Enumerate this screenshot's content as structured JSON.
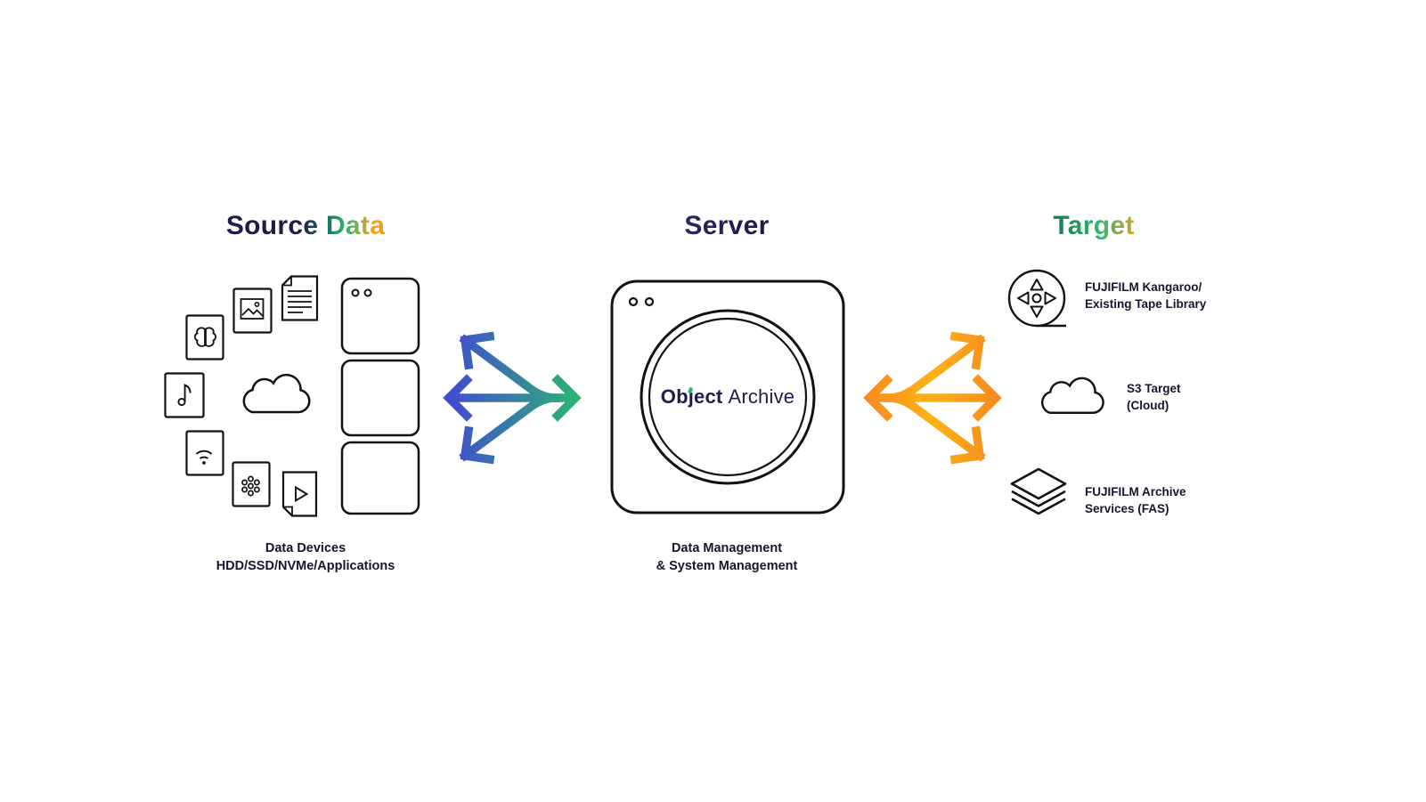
{
  "columns": {
    "source": {
      "title": "Source Data",
      "caption_line1": "Data Devices",
      "caption_line2": "HDD/SSD/NVMe/Applications",
      "icons": [
        "brain-document-icon",
        "image-document-icon",
        "text-document-icon",
        "music-document-icon",
        "cloud-icon",
        "wifi-document-icon",
        "molecule-document-icon",
        "video-document-icon",
        "storage-stack-icon"
      ]
    },
    "server": {
      "title": "Server",
      "logo": {
        "part1": "Ob",
        "part2": "j",
        "part3": "ect",
        "word2": "Archive"
      },
      "caption_line1": "Data Management",
      "caption_line2": "& System Management",
      "icons": [
        "server-box-icon",
        "object-archive-disc-icon"
      ]
    },
    "target": {
      "title": "Target",
      "items": [
        {
          "icon": "tape-reel-icon",
          "line1": "FUJIFILM Kangaroo/",
          "line2": "Existing Tape Library"
        },
        {
          "icon": "cloud-icon",
          "line1": "S3 Target",
          "line2": "(Cloud)"
        },
        {
          "icon": "stacked-layers-icon",
          "line1": "FUJIFILM Archive",
          "line2": "Services (FAS)"
        }
      ]
    },
    "arrows": {
      "left_arrow": "bidirectional-branching-arrow-blue-green",
      "right_arrow": "bidirectional-branching-arrow-orange"
    }
  },
  "colors": {
    "ink": "#121212",
    "navy": "#1d1d49",
    "green": "#2bb673",
    "blue": "#4348d2",
    "orange": "#f6891f",
    "amber": "#fcb316"
  }
}
